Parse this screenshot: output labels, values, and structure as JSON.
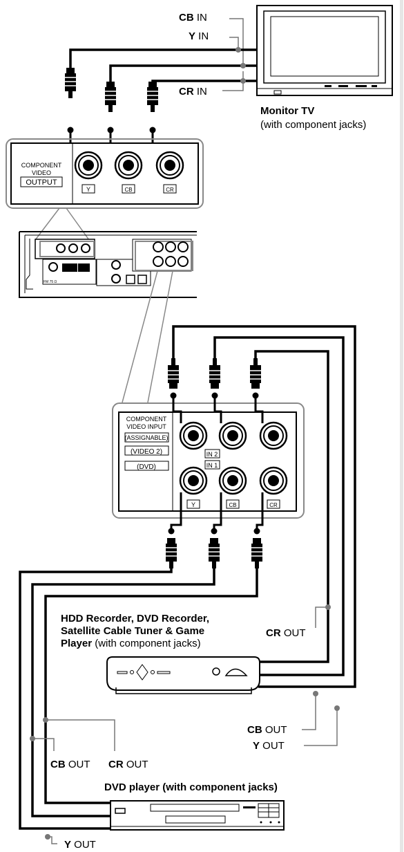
{
  "monitor": {
    "title": "Monitor TV",
    "subtitle": "(with component jacks)",
    "cb_in": {
      "prefix": "CB",
      "suffix": " IN"
    },
    "y_in": {
      "prefix": "Y",
      "suffix": " IN"
    },
    "cr_in": {
      "prefix": "CR",
      "suffix": " IN"
    }
  },
  "output_panel": {
    "line1": "COMPONENT",
    "line2": "VIDEO",
    "line3": "OUTPUT",
    "jack_y": "Y",
    "jack_cb": "CB",
    "jack_cr": "CR"
  },
  "receiver": {
    "fm_label": "FM 75 Ω"
  },
  "input_panel": {
    "line1": "COMPONENT",
    "line2": "VIDEO  INPUT",
    "assignable": "(ASSIGNABLE)",
    "video2": "(VIDEO 2)",
    "dvd": "(DVD)",
    "in2": "IN 2",
    "in1": "IN 1",
    "jack_y": "Y",
    "jack_cb": "CB",
    "jack_cr": "CR"
  },
  "hdd": {
    "line1": "HDD Recorder, DVD Recorder,",
    "line2": "Satellite Cable Tuner & Game",
    "line3_bold": "Player",
    "line3_rest": " (with component jacks)",
    "cr_out": {
      "prefix": "CR",
      "suffix": " OUT"
    },
    "cb_out": {
      "prefix": "CB",
      "suffix": " OUT"
    },
    "y_out": {
      "prefix": "Y",
      "suffix": " OUT"
    }
  },
  "dvd": {
    "title": "DVD player (with component jacks)",
    "cb_out": {
      "prefix": "CB",
      "suffix": " OUT"
    },
    "cr_out": {
      "prefix": "CR",
      "suffix": " OUT"
    },
    "y_out": {
      "prefix": "Y",
      "suffix": " OUT"
    }
  }
}
